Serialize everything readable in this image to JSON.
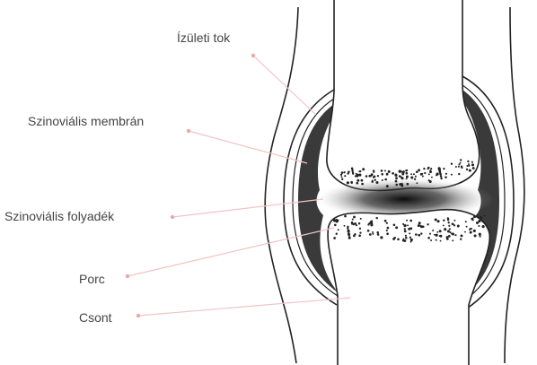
{
  "diagram": {
    "labels": {
      "capsule": "Ízületi tok",
      "membrane": "Szinoviális membrán",
      "fluid": "Szinoviális folyadék",
      "cartilage": "Porc",
      "bone": "Csont"
    }
  },
  "colors": {
    "outline": "#222222",
    "membrane_fill": "#3a3a3a",
    "leader_line": "#f2c4c4",
    "leader_dot": "#e8a8a8",
    "label_text": "#444444"
  }
}
